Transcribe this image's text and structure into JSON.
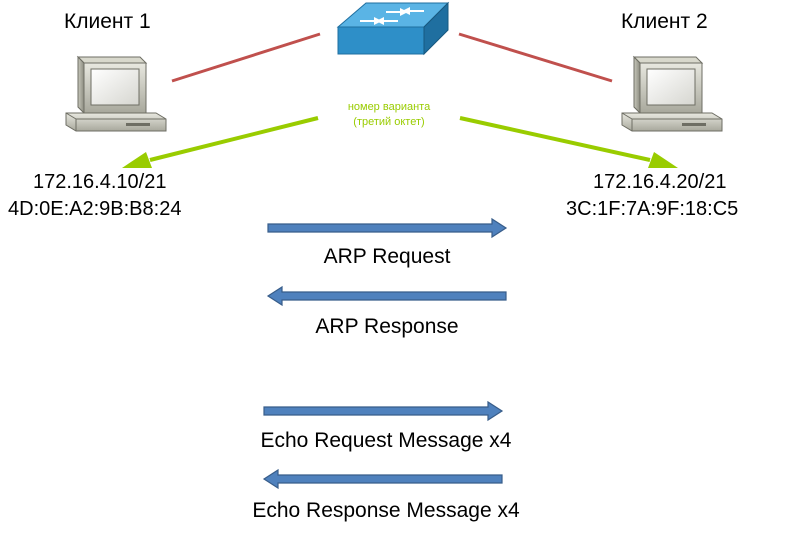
{
  "clients": [
    {
      "title": "Клиент 1",
      "ip": "172.16.4.10/21",
      "mac": "4D:0E:A2:9B:B8:24"
    },
    {
      "title": "Клиент 2",
      "ip": "172.16.4.20/21",
      "mac": "3C:1F:7A:9F:18:C5"
    }
  ],
  "annotation": {
    "line1": "номер варианта",
    "line2": "(третий октет)",
    "color": "#99cc00"
  },
  "messages": [
    {
      "label": "ARP Request",
      "direction": "right"
    },
    {
      "label": "ARP Response",
      "direction": "left"
    },
    {
      "label": "Echo Request Message x4",
      "direction": "right"
    },
    {
      "label": "Echo Response Message x4",
      "direction": "left"
    }
  ],
  "icons": {
    "switch": "network-switch-icon",
    "computer": "desktop-computer-icon"
  },
  "colors": {
    "link": "#c0504d",
    "arrow_fill": "#4f81bd",
    "arrow_stroke": "#385d8a",
    "switch_top": "#3b9fd6",
    "switch_side": "#1f6fa0"
  }
}
